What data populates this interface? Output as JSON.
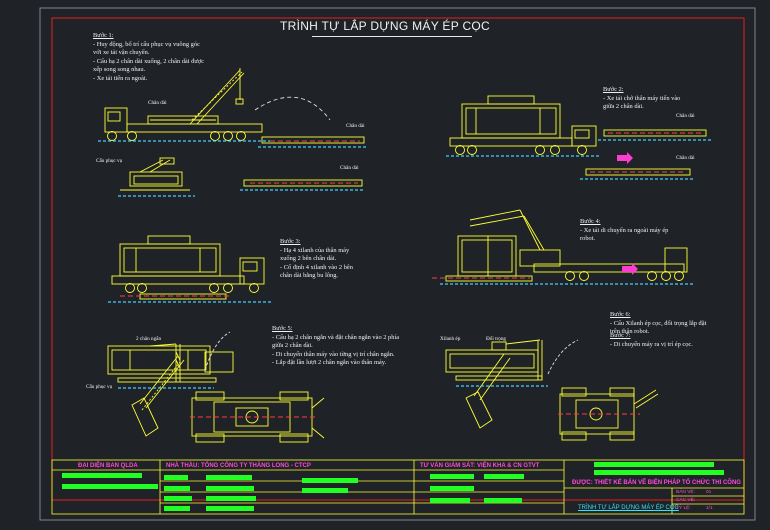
{
  "title": "TRÌNH TỰ LẮP DỰNG MÁY ÉP CỌC",
  "steps": {
    "s1": {
      "head": "Bước 1:",
      "body": "- Huy động, bố trí cẩu phục vụ vuông góc\nvới xe tải vận chuyển.\n- Cẩu hạ 2 chân dài xuống, 2 chân dài được\nxếp song song nhau.\n- Xe tải tiến ra ngoài."
    },
    "s2": {
      "head": "Bước 2:",
      "body": "- Xe tải chở thân máy tiến vào\ngiữa 2 chân dài."
    },
    "s3": {
      "head": "Bước 3:",
      "body": "- Hạ 4 xilanh của thân máy\nxuống 2 bên chân dài.\n- Cố định 4 xilanh vào 2 bên\nchân dài bằng bu lông."
    },
    "s4": {
      "head": "Bước 4:",
      "body": "- Xe tải di chuyển ra ngoài máy ép\nrobot."
    },
    "s5": {
      "head": "Bước 5:",
      "body": "- Cẩu hạ 2 chân ngắn và đặt chân ngắn vào 2 phía\ngiữa 2 chân dài.\n- Di chuyển thân máy vào từng vị trí chân ngắn.\n- Lắp đặt lần lượt 2 chân ngắn vào thân máy."
    },
    "s6": {
      "head": "Bước 6:",
      "body": "- Cẩu Xilanh ép cọc, đối trọng lắp đặt\ntrên thân robot."
    },
    "s7": {
      "head": "Bước 7:",
      "body": "- Di chuyển máy ra vị trí ép cọc."
    }
  },
  "labels": {
    "chan_dai": "Chân dài",
    "cau_phuc_vu": "Cẩu phục vụ",
    "hai_chan_ngan": "2 chân ngắn",
    "xilanh_ep": "Xilanh ép",
    "doi_trong": "Đối trọng"
  },
  "title_block": {
    "owner": "ĐẠI DIỆN BAN QLDA",
    "contractor": "NHÀ THẦU: TỔNG CÔNG TY THĂNG LONG - CTCP",
    "supervisor": "TƯ VẤN GIÁM SÁT: VIỆN KHA & CN GTVT",
    "approved": "ĐƯỢC: THIẾT KẾ BẢN VẼ BIỆN PHÁP TỔ CHỨC THI CÔNG",
    "drawing_name": "TRÌNH TỰ LẮP DỰNG MÁY ÉP CỌC",
    "row1": "BẢN VẼ:",
    "row1_val": "01",
    "row2": "CÁC VẼ:",
    "row3": "TỶ LỆ:",
    "row3_val": "1/1"
  },
  "colors": {
    "background": "#1f2227",
    "frame": "#e52020",
    "equipment": "#ffff33",
    "ground": "#44d0ff",
    "redact": "#22ff22",
    "accent": "#ff3cd2"
  }
}
